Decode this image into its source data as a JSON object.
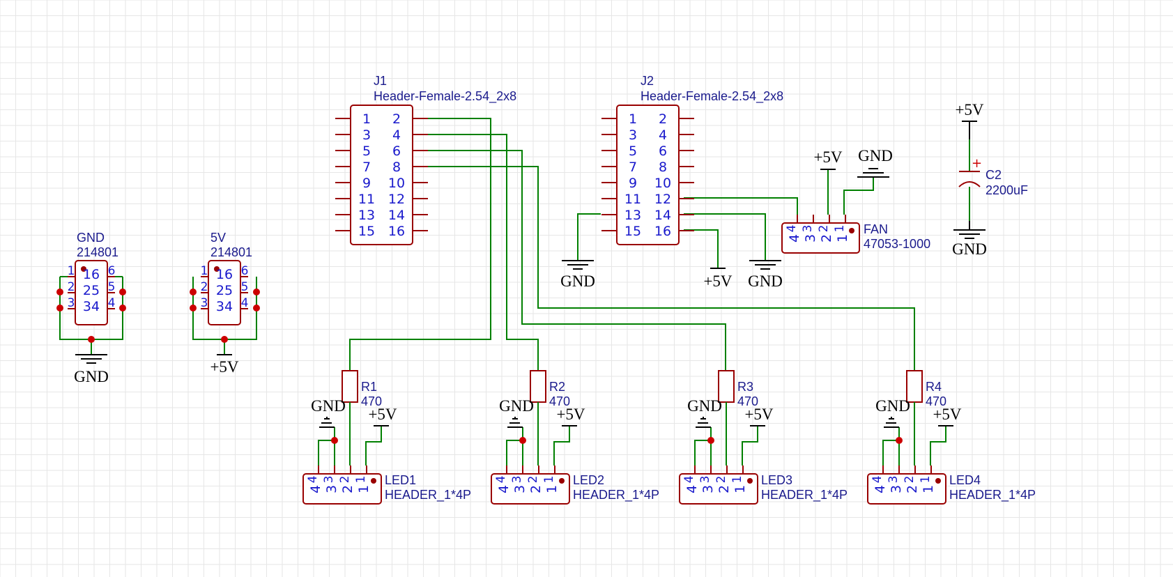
{
  "connectors": [
    {
      "ref": "J1",
      "value": "Header-Female-2.54_2x8",
      "pins_left": [
        "1",
        "3",
        "5",
        "7",
        "9",
        "11",
        "13",
        "15"
      ],
      "pins_right": [
        "2",
        "4",
        "6",
        "8",
        "10",
        "12",
        "14",
        "16"
      ]
    },
    {
      "ref": "J2",
      "value": "Header-Female-2.54_2x8",
      "pins_left": [
        "1",
        "3",
        "5",
        "7",
        "9",
        "11",
        "13",
        "15"
      ],
      "pins_right": [
        "2",
        "4",
        "6",
        "8",
        "10",
        "12",
        "14",
        "16"
      ]
    }
  ],
  "terminals": [
    {
      "ref": "GND",
      "value": "214801",
      "inner": [
        "16",
        "25",
        "34"
      ],
      "pins_left": [
        "1",
        "2",
        "3"
      ],
      "pins_right": [
        "6",
        "5",
        "4"
      ],
      "net": "GND"
    },
    {
      "ref": "5V",
      "value": "214801",
      "inner": [
        "16",
        "25",
        "34"
      ],
      "pins_left": [
        "1",
        "2",
        "3"
      ],
      "pins_right": [
        "6",
        "5",
        "4"
      ],
      "net": "+5V"
    }
  ],
  "fan": {
    "ref": "FAN",
    "value": "47053-1000",
    "pins": [
      "4",
      "3",
      "2",
      "1"
    ]
  },
  "capacitor": {
    "ref": "C2",
    "value": "2200uF",
    "top_net": "+5V",
    "bottom_net": "GND",
    "polarity": "+"
  },
  "leds": [
    {
      "ref": "LED1",
      "value": "HEADER_1*4P",
      "pins": [
        "4",
        "3",
        "2",
        "1"
      ]
    },
    {
      "ref": "LED2",
      "value": "HEADER_1*4P",
      "pins": [
        "4",
        "3",
        "2",
        "1"
      ]
    },
    {
      "ref": "LED3",
      "value": "HEADER_1*4P",
      "pins": [
        "4",
        "3",
        "2",
        "1"
      ]
    },
    {
      "ref": "LED4",
      "value": "HEADER_1*4P",
      "pins": [
        "4",
        "3",
        "2",
        "1"
      ]
    }
  ],
  "resistors": [
    {
      "ref": "R1",
      "value": "470"
    },
    {
      "ref": "R2",
      "value": "470"
    },
    {
      "ref": "R3",
      "value": "470"
    },
    {
      "ref": "R4",
      "value": "470"
    }
  ],
  "net_labels": {
    "gnd": "GND",
    "vcc": "+5V"
  },
  "colors": {
    "wire": "#008000",
    "component": "#990000",
    "text": "#1a1acc",
    "grid": "#e4e4e4",
    "junction": "#cc0000"
  }
}
